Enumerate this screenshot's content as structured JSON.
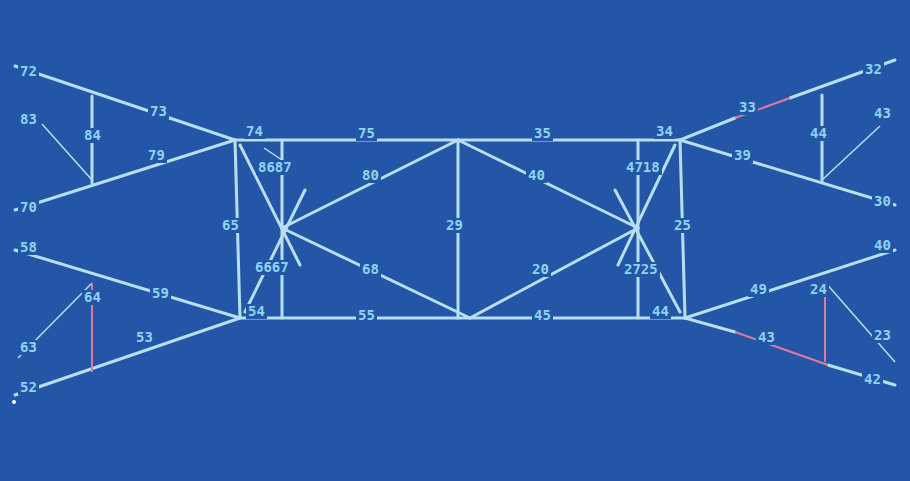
{
  "diagram": {
    "labels": [
      "72",
      "73",
      "83",
      "84",
      "79",
      "70",
      "74",
      "75",
      "35",
      "34",
      "33",
      "32",
      "44",
      "43",
      "39",
      "30",
      "8687",
      "4718",
      "80",
      "40",
      "65",
      "29",
      "25",
      "58",
      "6667",
      "68",
      "20",
      "2725",
      "40",
      "49",
      "59",
      "24",
      "23",
      "64",
      "54",
      "55",
      "45",
      "44",
      "53",
      "63",
      "43",
      "42",
      "52"
    ]
  }
}
